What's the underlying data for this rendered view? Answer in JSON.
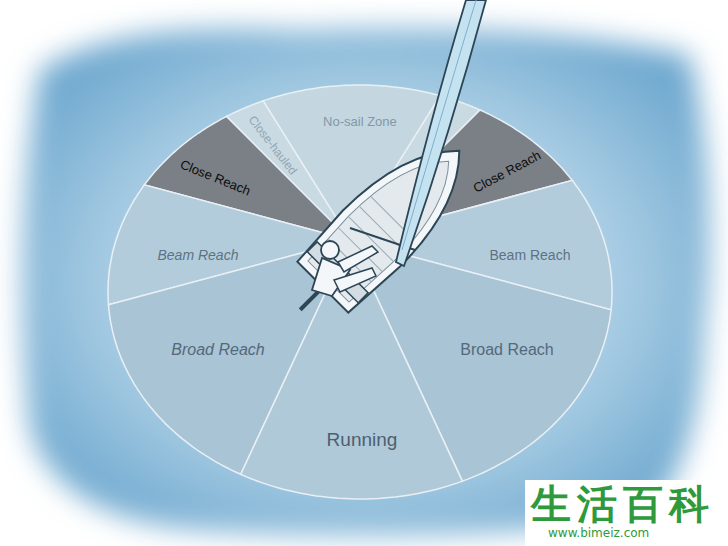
{
  "diagram": {
    "nodes": [
      {
        "text": [
          "No-sail Zone"
        ]
      },
      {
        "text": [
          "Close-hauled"
        ]
      },
      {
        "text": [
          "Close Reach"
        ]
      },
      {
        "text": [
          "Close Reach"
        ]
      },
      {
        "text": [
          "Beam Reach"
        ]
      },
      {
        "text": [
          "Beam Reach"
        ]
      },
      {
        "text": [
          "Broad Reach"
        ]
      },
      {
        "text": [
          "Broad Reach"
        ]
      },
      {
        "text": [
          "Running"
        ]
      }
    ],
    "labels": [
      "生活百科",
      "www.bimeiz.com"
    ]
  }
}
